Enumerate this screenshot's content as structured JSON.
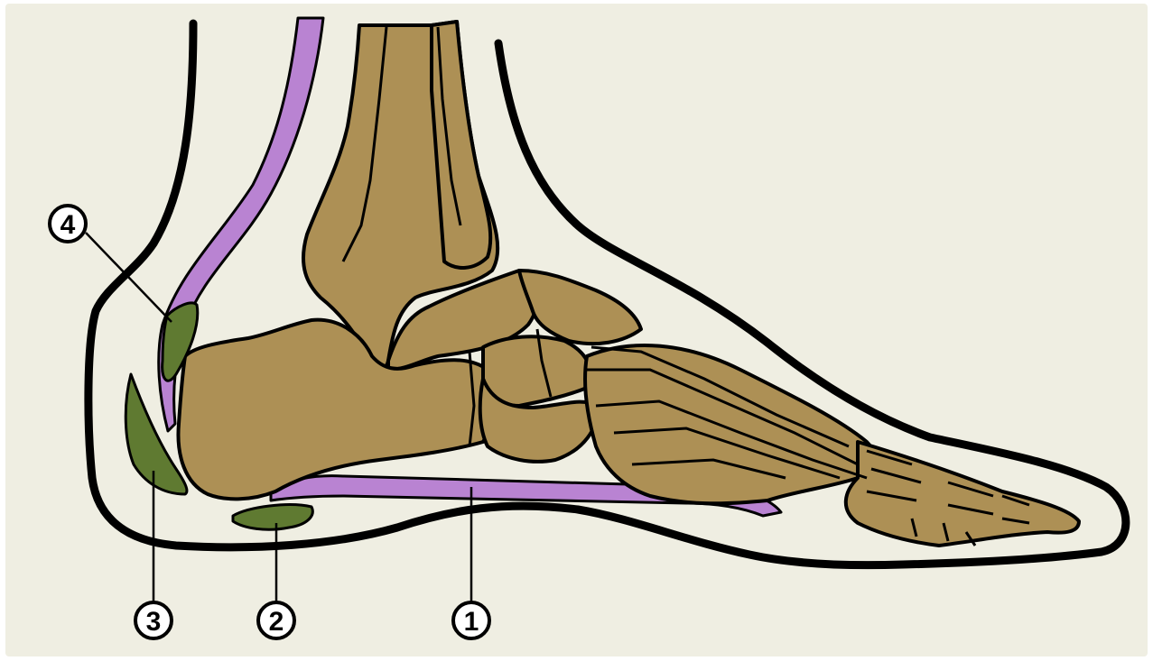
{
  "colors": {
    "background": "#efeee2",
    "bone": "#ad9055",
    "tendon": "#b983d2",
    "bursa": "#5f7a31",
    "outline": "#000000"
  },
  "markers": [
    {
      "id": "1",
      "label": "1"
    },
    {
      "id": "2",
      "label": "2"
    },
    {
      "id": "3",
      "label": "3"
    },
    {
      "id": "4",
      "label": "4"
    }
  ]
}
